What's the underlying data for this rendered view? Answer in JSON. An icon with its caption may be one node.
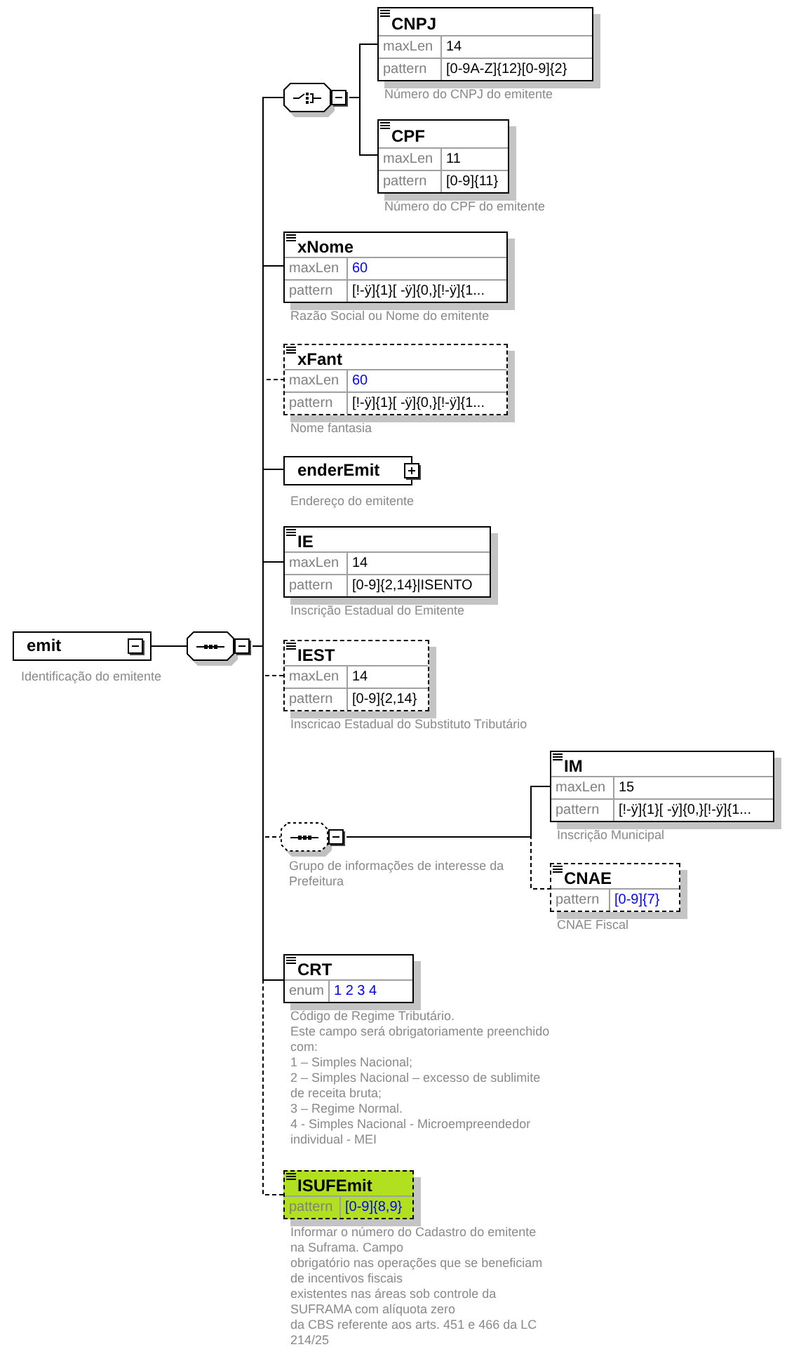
{
  "diagram": {
    "nodes": [
      {
        "text": [
          "emit"
        ],
        "beside": [
          "Identificação do emitente"
        ]
      },
      {
        "text": [],
        "shape": "octagon"
      },
      {
        "text": [],
        "shape": "octagon"
      },
      {
        "text": [
          "CNPJ",
          "maxLen",
          "14",
          "pattern",
          "[0-9A-Z]{12}[0-9]{2}"
        ],
        "beside": [
          "Número do CNPJ do emitente"
        ]
      },
      {
        "text": [
          "CPF",
          "maxLen",
          "11",
          "pattern",
          "[0-9]{11}"
        ],
        "beside": [
          "Número do CPF do emitente"
        ]
      },
      {
        "text": [
          "xNome",
          "maxLen",
          "60",
          "pattern",
          "[!-ÿ]{1}[ -ÿ]{0,}[!-ÿ]{1..."
        ],
        "beside": [
          "Razão Social ou Nome do emitente"
        ]
      },
      {
        "text": [
          "xFant",
          "maxLen",
          "60",
          "pattern",
          "[!-ÿ]{1}[ -ÿ]{0,}[!-ÿ]{1..."
        ],
        "beside": [
          "Nome fantasia"
        ]
      },
      {
        "text": [
          "enderEmit"
        ],
        "beside": [
          "Endereço do emitente"
        ]
      },
      {
        "text": [
          "IE",
          "maxLen",
          "14",
          "pattern",
          "[0-9]{2,14}|ISENTO"
        ],
        "beside": [
          "Inscrição Estadual do Emitente"
        ]
      },
      {
        "text": [
          "IEST",
          "maxLen",
          "14",
          "pattern",
          "[0-9]{2,14}"
        ],
        "beside": [
          "Inscricao Estadual do Substituto Tributário"
        ]
      },
      {
        "text": [],
        "shape": "octagon",
        "beside": [
          "Grupo de informações de interesse da Prefeitura"
        ]
      },
      {
        "text": [
          "IM",
          "maxLen",
          "15",
          "pattern",
          "[!-ÿ]{1}[ -ÿ]{0,}[!-ÿ]{1..."
        ],
        "beside": [
          "Inscrição Municipal"
        ]
      },
      {
        "text": [
          "CNAE",
          "pattern",
          "[0-9]{7}"
        ],
        "beside": [
          "CNAE Fiscal"
        ]
      },
      {
        "text": [
          "CRT",
          "enum",
          "1 2 3 4"
        ],
        "beside": [
          "Código de Regime Tributário.",
          "Este campo será obrigatoriamente preenchido com:",
          "1 – Simples Nacional;",
          "2 – Simples Nacional – excesso de sublimite de receita bruta;",
          "3 – Regime Normal.",
          "4 - Simples Nacional - Microempreendedor individual - MEI"
        ]
      },
      {
        "text": [
          "ISUFEmit",
          "pattern",
          "[0-9]{8,9}"
        ],
        "beside": [
          "Informar o número do Cadastro do emitente na Suframa. Campo",
          "obrigatório nas operações que se beneficiam de incentivos fiscais",
          "existentes nas áreas sob controle da SUFRAMA com alíquota zero",
          "da CBS referente aos arts. 451 e 466 da LC 214/25"
        ]
      }
    ],
    "edges": [
      {
        "from": 0,
        "to": 1,
        "arrow": "none"
      },
      {
        "from": 1,
        "to": 2,
        "arrow": "none"
      },
      {
        "from": 2,
        "to": 3,
        "arrow": "none"
      },
      {
        "from": 2,
        "to": 4,
        "arrow": "none"
      },
      {
        "from": 1,
        "to": 5,
        "arrow": "none"
      },
      {
        "from": 1,
        "to": 6,
        "arrow": "none",
        "style": "dashed"
      },
      {
        "from": 1,
        "to": 7,
        "arrow": "none"
      },
      {
        "from": 1,
        "to": 8,
        "arrow": "none"
      },
      {
        "from": 1,
        "to": 9,
        "arrow": "none",
        "style": "dashed"
      },
      {
        "from": 1,
        "to": 10,
        "arrow": "none",
        "style": "dashed"
      },
      {
        "from": 10,
        "to": 11,
        "arrow": "none"
      },
      {
        "from": 10,
        "to": 12,
        "arrow": "none",
        "style": "dashed"
      },
      {
        "from": 1,
        "to": 13,
        "arrow": "none"
      },
      {
        "from": 1,
        "to": 14,
        "arrow": "none",
        "style": "dashed"
      }
    ]
  }
}
